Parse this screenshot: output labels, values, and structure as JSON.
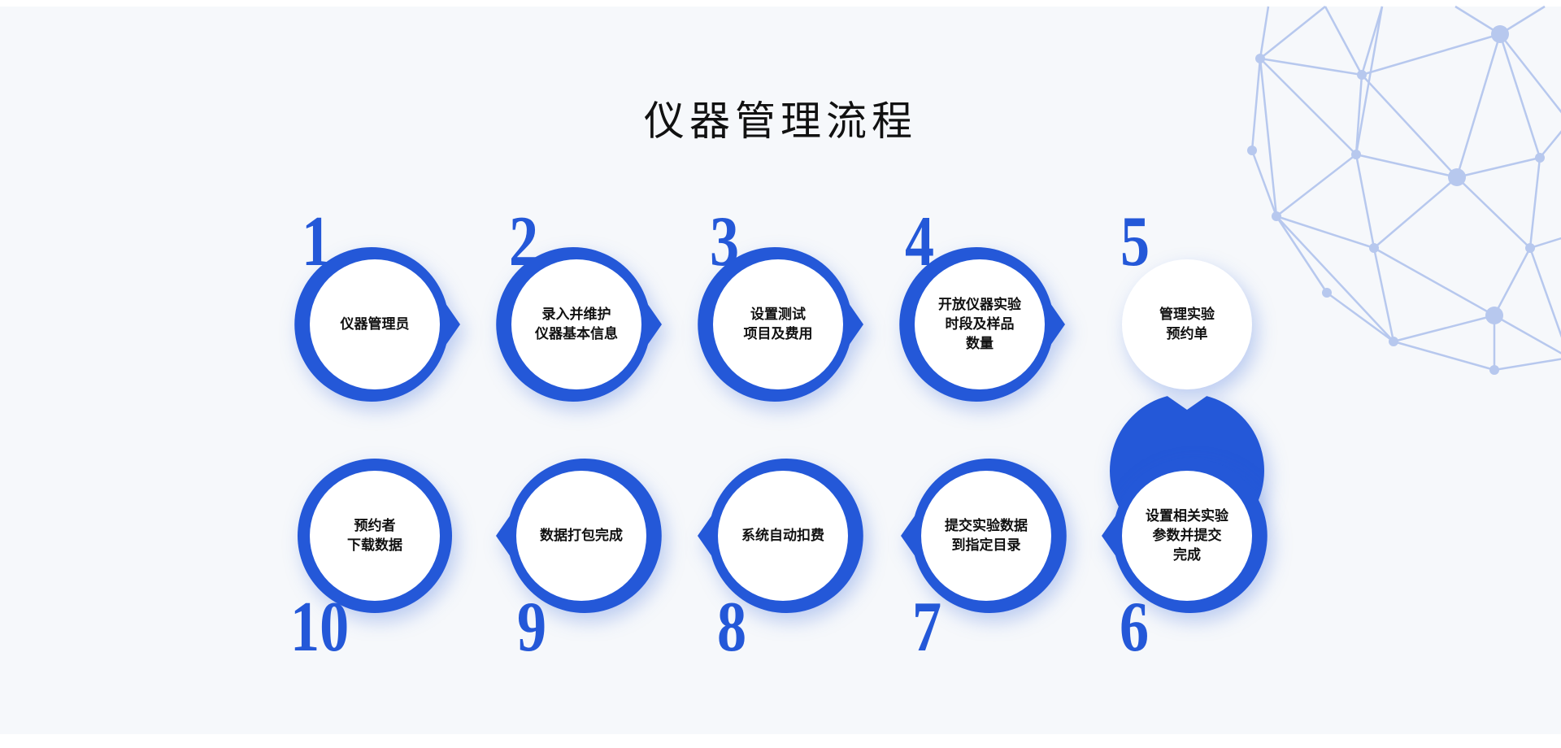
{
  "title": "仪器管理流程",
  "colors": {
    "accent": "#2458d8",
    "circle_fill": "#ffffff",
    "background": "#f6f8fb",
    "network": "#b7c8ee"
  },
  "steps": [
    {
      "number": "1",
      "label": "仪器管理员",
      "pointer": "right"
    },
    {
      "number": "2",
      "label": "录入并维护\n仪器基本信息",
      "pointer": "right"
    },
    {
      "number": "3",
      "label": "设置测试\n项目及费用",
      "pointer": "right"
    },
    {
      "number": "4",
      "label": "开放仪器实验\n时段及样品\n数量",
      "pointer": "right"
    },
    {
      "number": "5",
      "label": "管理实验\n预约单",
      "pointer": "down"
    },
    {
      "number": "6",
      "label": "设置相关实验\n参数并提交\n完成",
      "pointer": "left"
    },
    {
      "number": "7",
      "label": "提交实验数据\n到指定目录",
      "pointer": "left"
    },
    {
      "number": "8",
      "label": "系统自动扣费",
      "pointer": "left"
    },
    {
      "number": "9",
      "label": "数据打包完成",
      "pointer": "left"
    },
    {
      "number": "10",
      "label": "预约者\n下载数据",
      "pointer": "none"
    }
  ]
}
